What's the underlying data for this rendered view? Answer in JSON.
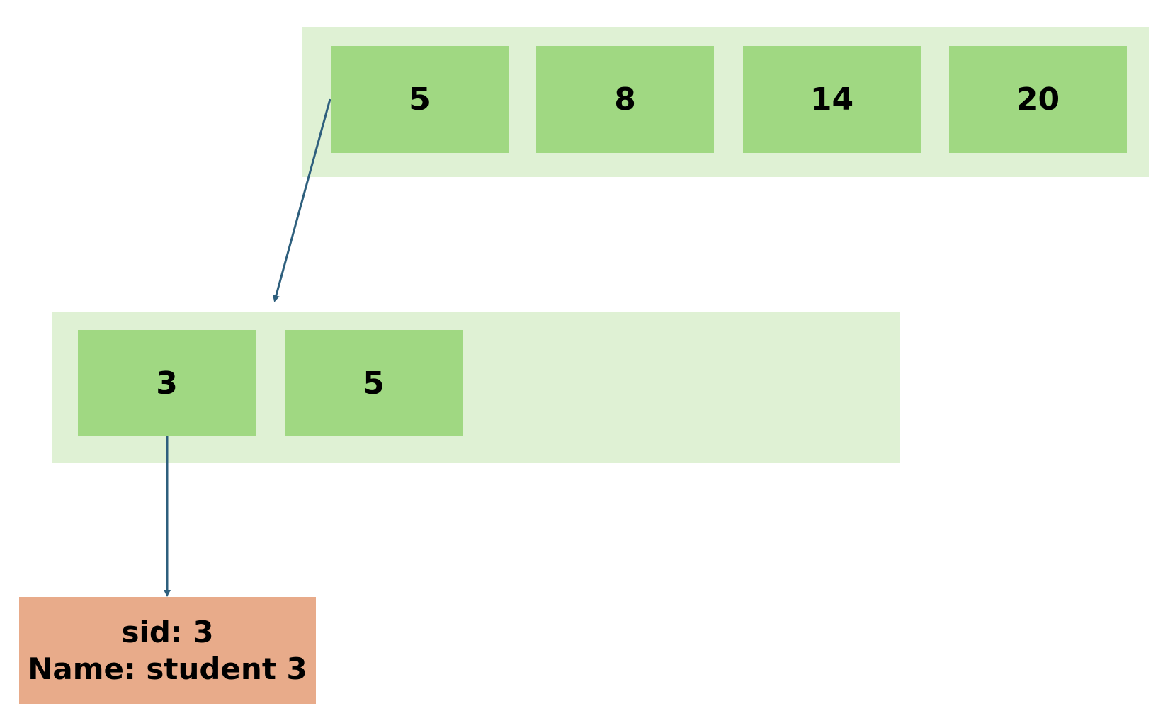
{
  "root_node": {
    "keys": [
      "5",
      "8",
      "14",
      "20"
    ]
  },
  "leaf_node": {
    "keys": [
      "3",
      "5"
    ]
  },
  "record": {
    "sid_line": "sid: 3",
    "name_line": "Name: student 3"
  },
  "colors": {
    "node_bg": "#dff1d4",
    "key_bg": "#a0d882",
    "record_bg": "#e8ab8a",
    "arrow": "#2e5f7d"
  }
}
